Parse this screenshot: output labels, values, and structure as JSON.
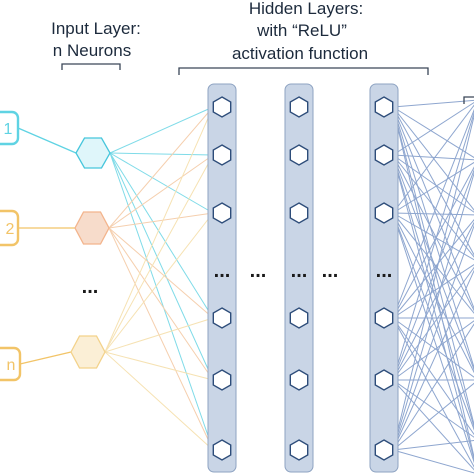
{
  "input_layer": {
    "title_line1": "Input Layer:",
    "title_line2": "n Neurons",
    "inputs": [
      {
        "label": "1",
        "color": "#5fd3e3",
        "fill": "#ffffff"
      },
      {
        "label": "2",
        "color": "#f2c468",
        "fill": "#ffffff"
      },
      {
        "label": "n",
        "color": "#f2c468",
        "fill": "#ffffff"
      }
    ],
    "neurons": [
      {
        "stroke": "#46c6dc",
        "fill": "#dff6fa"
      },
      {
        "stroke": "#f3b48c",
        "fill": "#f7dccb"
      },
      {
        "stroke": "#f3d28a",
        "fill": "#fbefd6"
      }
    ],
    "ellipsis": "..."
  },
  "hidden_layers": {
    "title_line1": "Hidden Layers:",
    "title_line2": "with “ReLU”",
    "title_line3": "activation function",
    "column_fill": "#c9d5e6",
    "column_stroke": "#8ea3c2",
    "neuron_stroke": "#2e4d7a",
    "ellipsis": "..."
  },
  "colors": {
    "text": "#1c2a3c",
    "bracket": "#3a4657",
    "cyan_lines": "#7fdbe8",
    "orange_lines": "#f5cfae",
    "yellow_lines": "#f6e2b3",
    "blue_lines": "#8ea6cf"
  }
}
